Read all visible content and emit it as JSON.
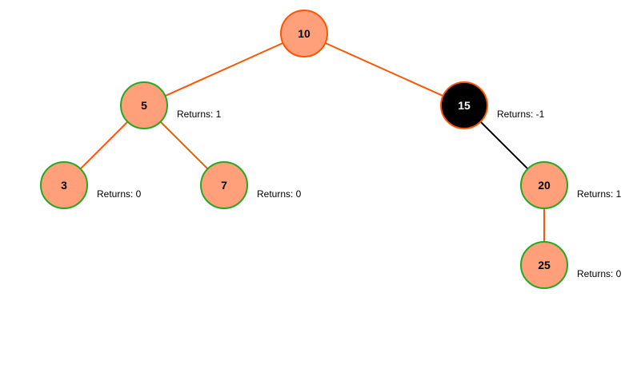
{
  "colors": {
    "edge": "#ff5500",
    "edge_active": "#000000",
    "node_fill": "#ffa07a",
    "node_border": "#22aa22",
    "node_root_border": "#ff5500",
    "node_active_fill": "#000000",
    "node_active_border": "#ff5500",
    "label_text": "#000000",
    "label_active_text": "#ffffff"
  },
  "nodes": [
    {
      "id": "n10",
      "value": "10",
      "returns": ""
    },
    {
      "id": "n5",
      "value": "5",
      "returns": "Returns: 1"
    },
    {
      "id": "n15",
      "value": "15",
      "returns": "Returns: -1"
    },
    {
      "id": "n3",
      "value": "3",
      "returns": "Returns: 0"
    },
    {
      "id": "n7",
      "value": "7",
      "returns": "Returns: 0"
    },
    {
      "id": "n20",
      "value": "20",
      "returns": "Returns: 1"
    },
    {
      "id": "n25",
      "value": "25",
      "returns": "Returns: 0"
    }
  ],
  "edges": [
    {
      "from": "n10",
      "to": "n5"
    },
    {
      "from": "n10",
      "to": "n15"
    },
    {
      "from": "n5",
      "to": "n3"
    },
    {
      "from": "n5",
      "to": "n7"
    },
    {
      "from": "n15",
      "to": "n20"
    },
    {
      "from": "n20",
      "to": "n25"
    }
  ]
}
